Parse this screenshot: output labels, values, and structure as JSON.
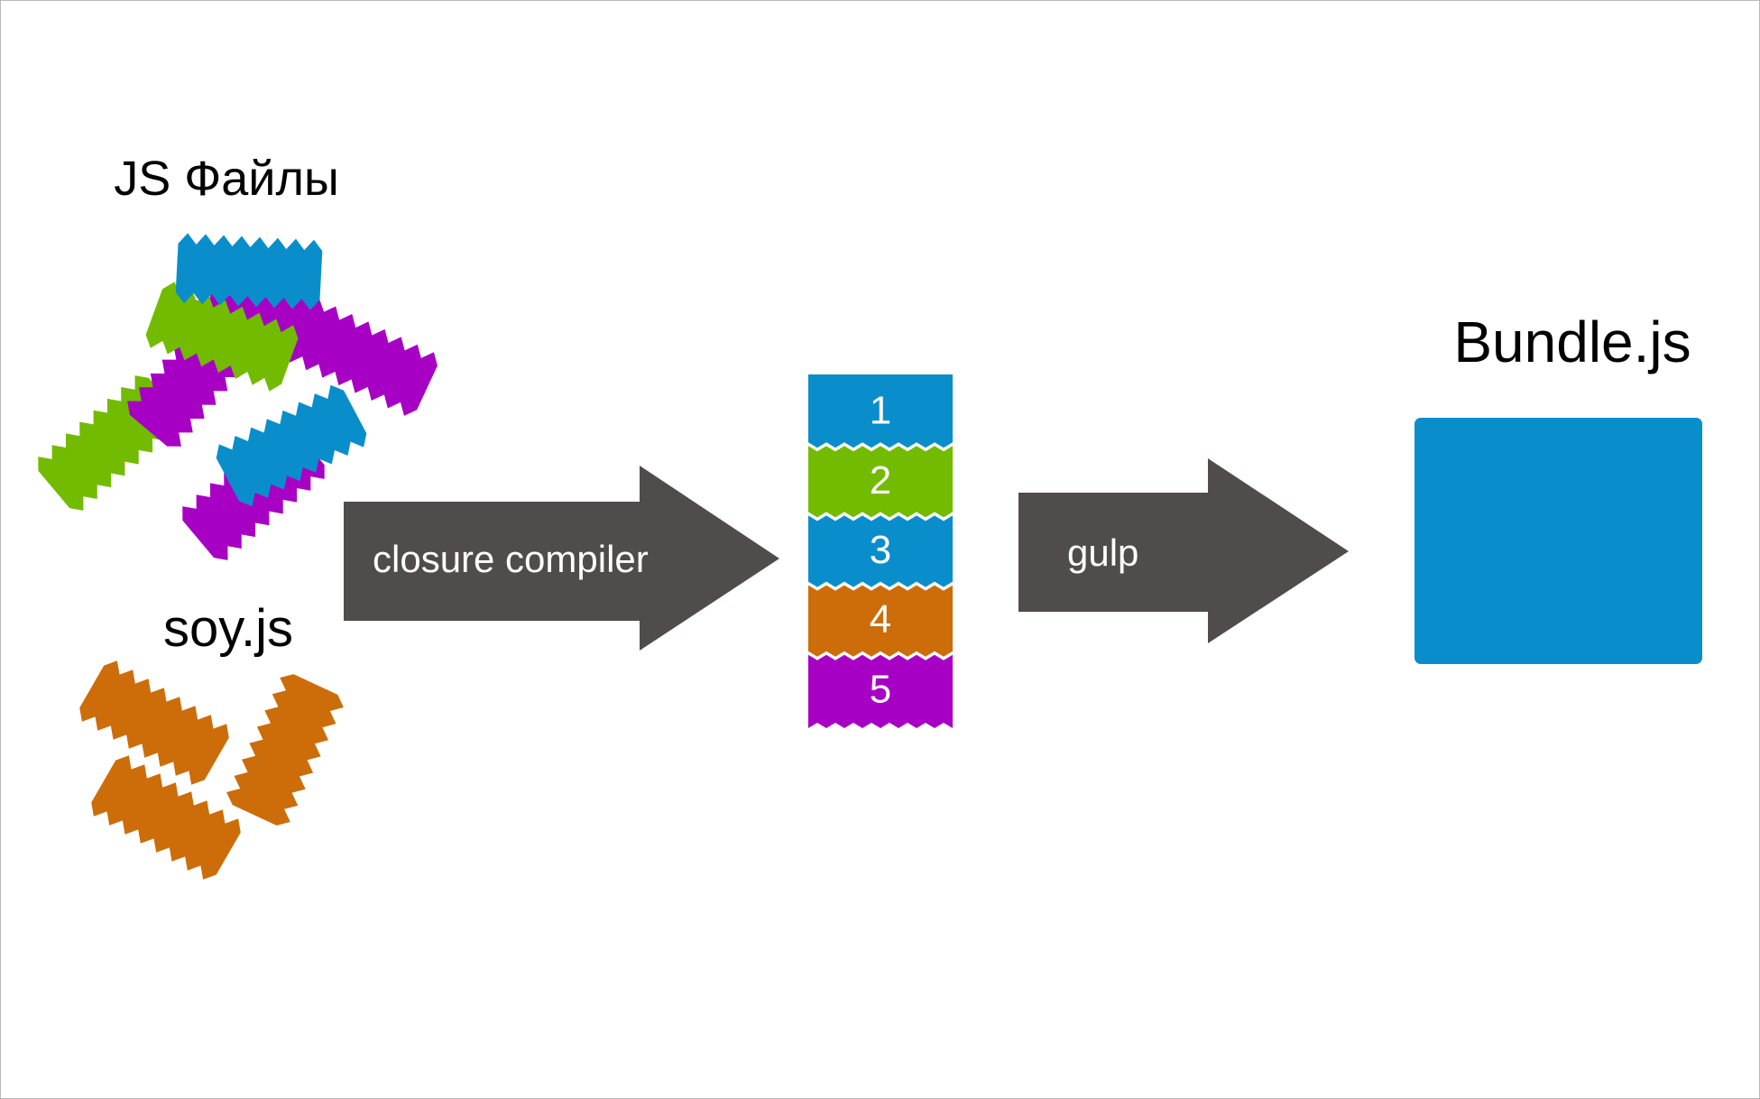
{
  "labels": {
    "js_files": "JS Файлы",
    "soy": "soy.js",
    "bundle": "Bundle.js",
    "closure_compiler": "closure compiler",
    "gulp": "gulp"
  },
  "stack": [
    {
      "number": "1",
      "color": "#0a8ecb"
    },
    {
      "number": "2",
      "color": "#72bb00"
    },
    {
      "number": "3",
      "color": "#0a8ecb"
    },
    {
      "number": "4",
      "color": "#cc6d0a"
    },
    {
      "number": "5",
      "color": "#a700c4"
    }
  ],
  "colors": {
    "blue": "#0a8ecb",
    "green": "#72bb00",
    "purple": "#a700c4",
    "orange": "#cc6d0a",
    "arrow": "#504c4c",
    "bundle": "#0a8ecb",
    "text": "#000000",
    "arrow_text": "#ffffff"
  }
}
